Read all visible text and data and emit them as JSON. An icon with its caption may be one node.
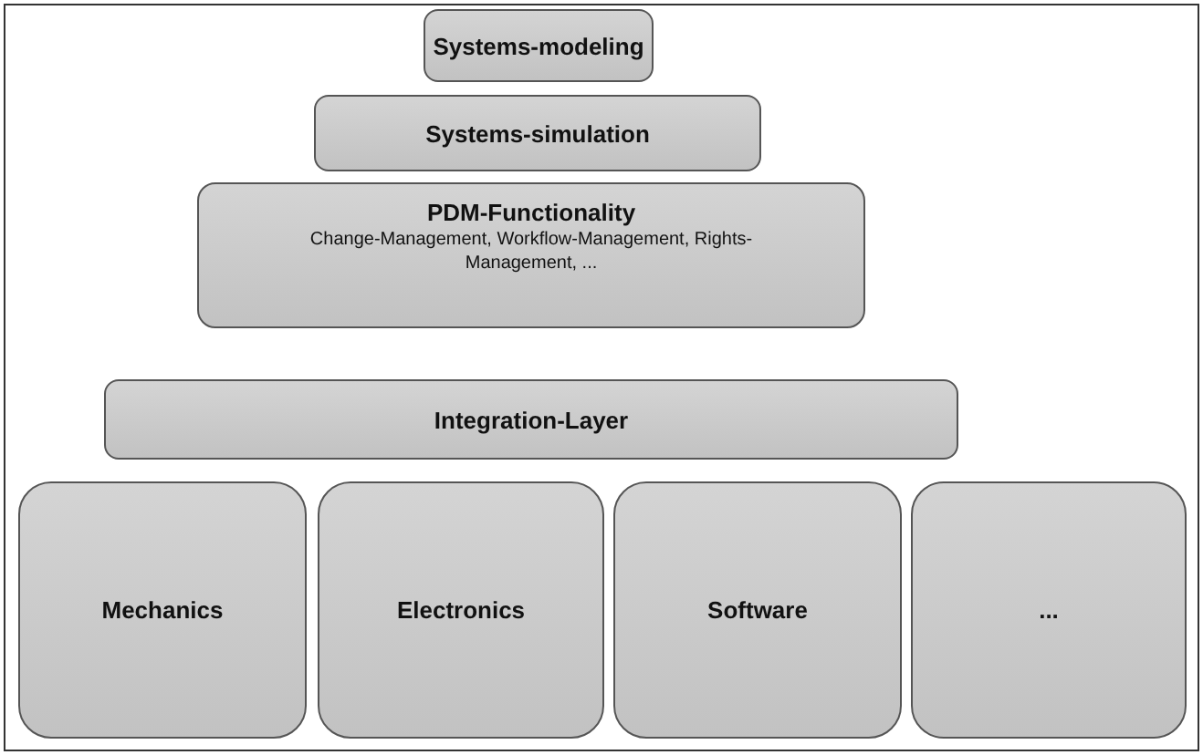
{
  "diagram": {
    "nodes": [
      {
        "text": [
          "Systems-modeling"
        ]
      },
      {
        "text": [
          "Systems-simulation"
        ]
      },
      {
        "text": [
          "PDM-Functionality",
          "Change-Management, Workflow-Management, Rights-Management, ..."
        ]
      },
      {
        "text": [
          "Integration-Layer"
        ]
      },
      {
        "text": [
          "Mechanics"
        ]
      },
      {
        "text": [
          "Electronics"
        ]
      },
      {
        "text": [
          "Software"
        ]
      },
      {
        "text": [
          "..."
        ]
      }
    ],
    "edges": []
  }
}
